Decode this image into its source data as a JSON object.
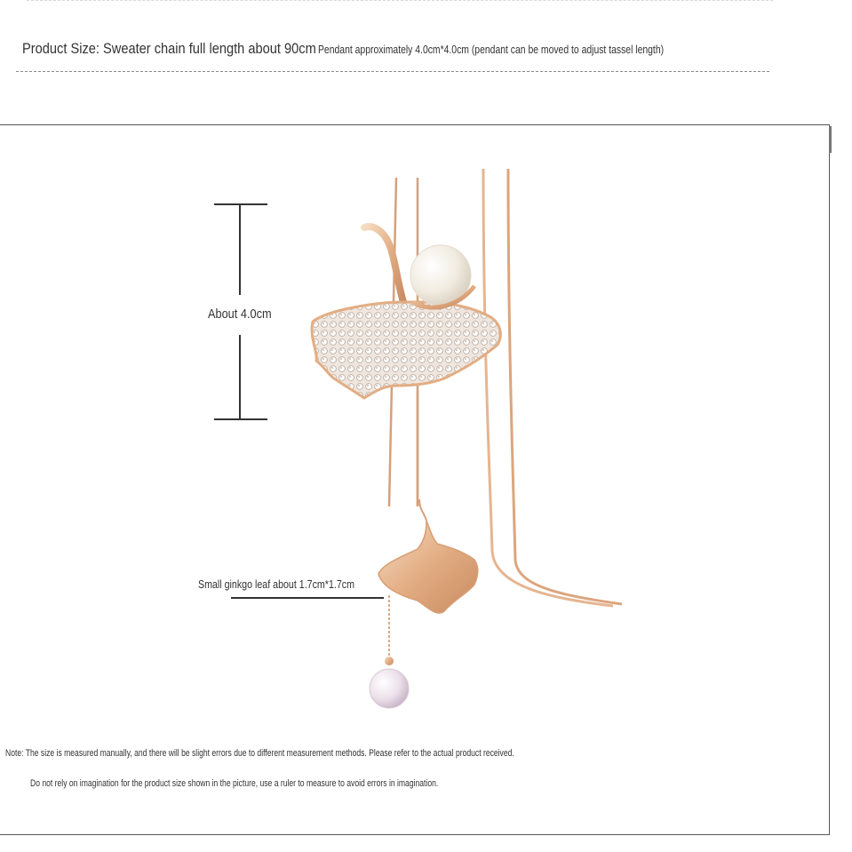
{
  "header": {
    "size_main": "Product Size: Sweater chain full length about 90cm",
    "size_sub": "Pendant approximately 4.0cm*4.0cm (pendant can be moved to adjust tassel length)"
  },
  "dimensions": {
    "pendant_height_label": "About 4.0cm",
    "small_leaf_label": "Small ginkgo leaf about 1.7cm*1.7cm"
  },
  "notes": {
    "line1": "Note: The size is measured manually, and there will be slight errors due to different measurement methods. Please refer to the actual product received.",
    "line2": "Do not rely on imagination for the product size shown in the picture, use a ruler to measure to avoid errors in imagination."
  },
  "colors": {
    "rose_gold": "#e8b98f",
    "chain": "#d9a57c",
    "pearl": "#f3efe6",
    "pink_pearl": "#e9dde6"
  }
}
